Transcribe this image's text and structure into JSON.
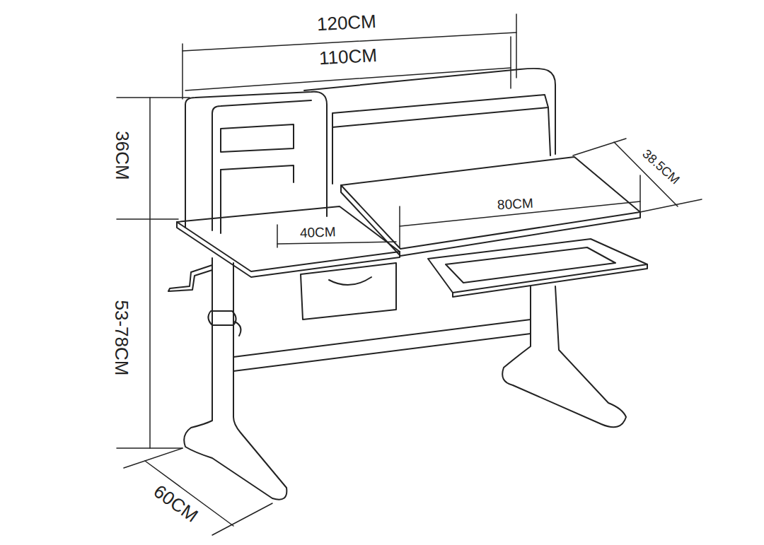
{
  "diagram": {
    "labels": [
      "120CM",
      "110CM",
      "36CM",
      "38.5CM",
      "80CM",
      "40CM",
      "53-78CM",
      "60CM"
    ]
  }
}
